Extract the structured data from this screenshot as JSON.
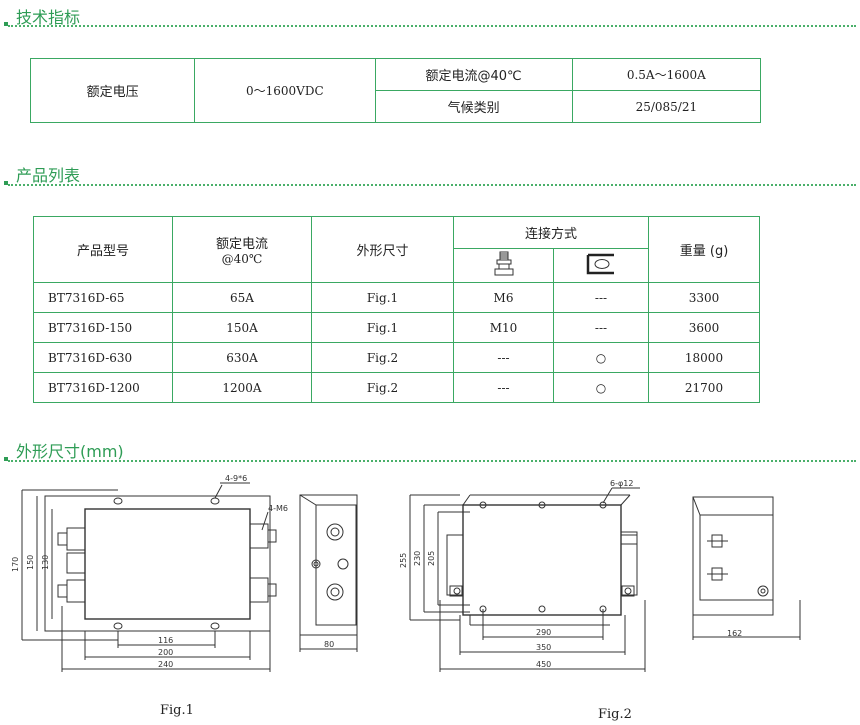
{
  "sections": {
    "spec": "技术指标",
    "products": "产品列表",
    "dimensions": "外形尺寸(mm)"
  },
  "spec": {
    "voltage_label": "额定电压",
    "voltage_value": "0～1600VDC",
    "current_label": "额定电流@40℃",
    "current_value": "0.5A～1600A",
    "climate_label": "气候类别",
    "climate_value": "25/085/21"
  },
  "products": {
    "headers": {
      "model": "产品型号",
      "current_line1": "额定电流",
      "current_line2": "@40℃",
      "size": "外形尺寸",
      "connection": "连接方式",
      "weight": "重量 (g)"
    },
    "rows": [
      {
        "model": "BT7316D-65",
        "current": "65A",
        "fig": "Fig.1",
        "stud": "M6",
        "bar": "---",
        "weight": "3300"
      },
      {
        "model": "BT7316D-150",
        "current": "150A",
        "fig": "Fig.1",
        "stud": "M10",
        "bar": "---",
        "weight": "3600"
      },
      {
        "model": "BT7316D-630",
        "current": "630A",
        "fig": "Fig.2",
        "stud": "---",
        "bar": "○",
        "weight": "18000"
      },
      {
        "model": "BT7316D-1200",
        "current": "1200A",
        "fig": "Fig.2",
        "stud": "---",
        "bar": "○",
        "weight": "21700"
      }
    ]
  },
  "fig1": {
    "hole_note": "4-9*6",
    "terminal_note": "4-M6",
    "dims": {
      "h170": "170",
      "h150": "150",
      "h130": "130",
      "w116": "116",
      "w200": "200",
      "w240": "240",
      "side80": "80"
    },
    "label": "Fig.1"
  },
  "fig2": {
    "hole_note": "6-φ12",
    "dims": {
      "h255": "255",
      "h230": "230",
      "h205": "205",
      "w290": "290",
      "w350": "350",
      "w450": "450",
      "side162": "162"
    },
    "label": "Fig.2"
  }
}
